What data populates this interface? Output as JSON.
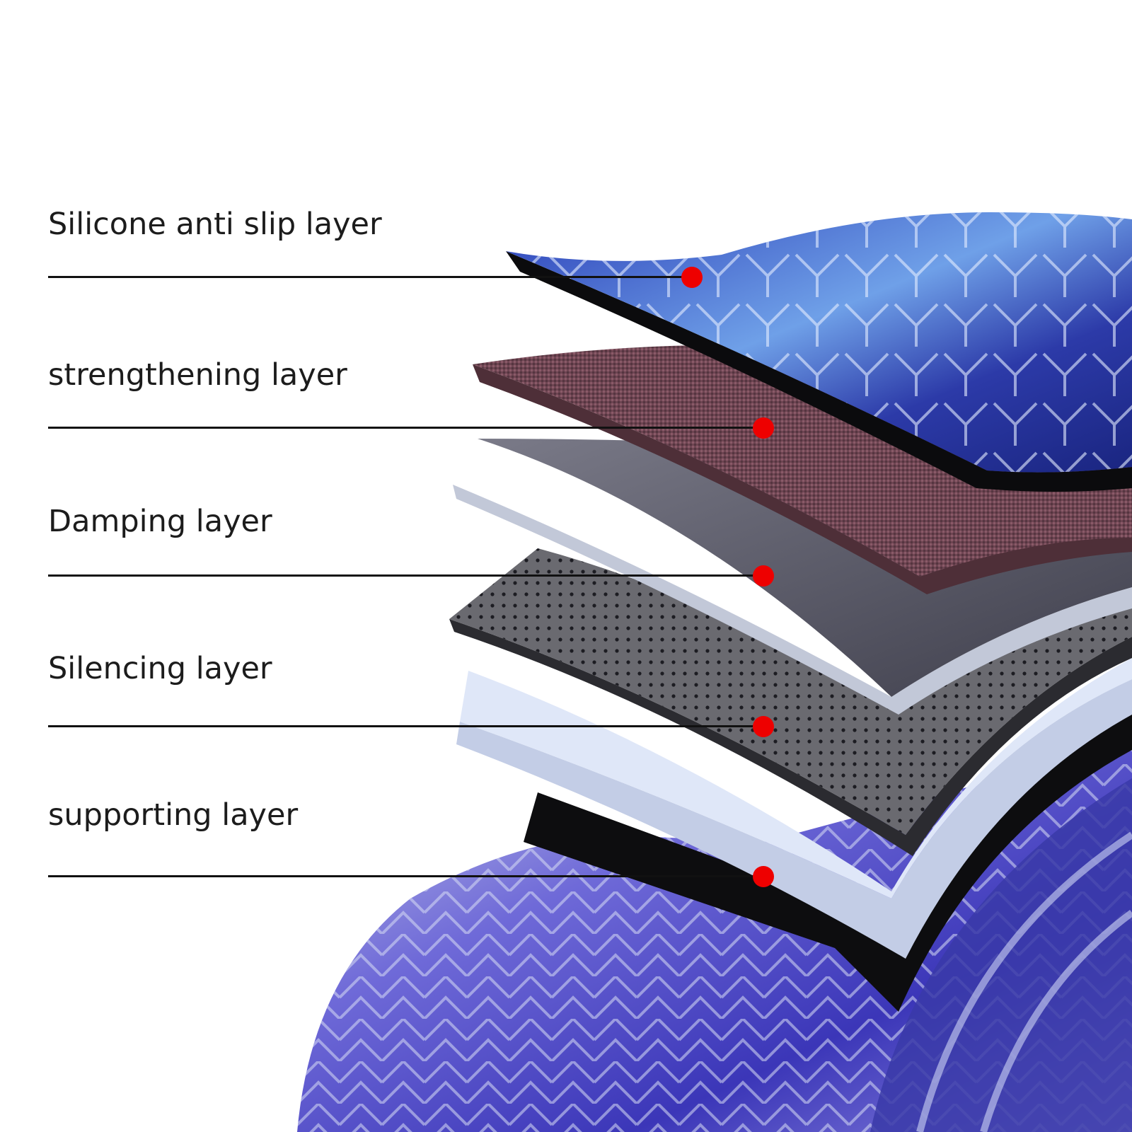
{
  "diagram": {
    "layers": [
      {
        "id": "silicone",
        "label": "Silicone anti slip layer"
      },
      {
        "id": "strengthening",
        "label": "strengthening layer"
      },
      {
        "id": "damping",
        "label": "Damping layer"
      },
      {
        "id": "silencing",
        "label": "Silencing layer"
      },
      {
        "id": "supporting",
        "label": "supporting layer"
      }
    ],
    "marker_color": "#ee0000",
    "colors": {
      "silicone_surface": "#3d4fd0",
      "strengthening_fabric": "#6e4552",
      "damping_sheet": "#5f5f6e",
      "silencing_mesh": "#5a5a60",
      "supporting_sheet": "#d9e3f5",
      "outsole": "#5a50c8"
    }
  }
}
